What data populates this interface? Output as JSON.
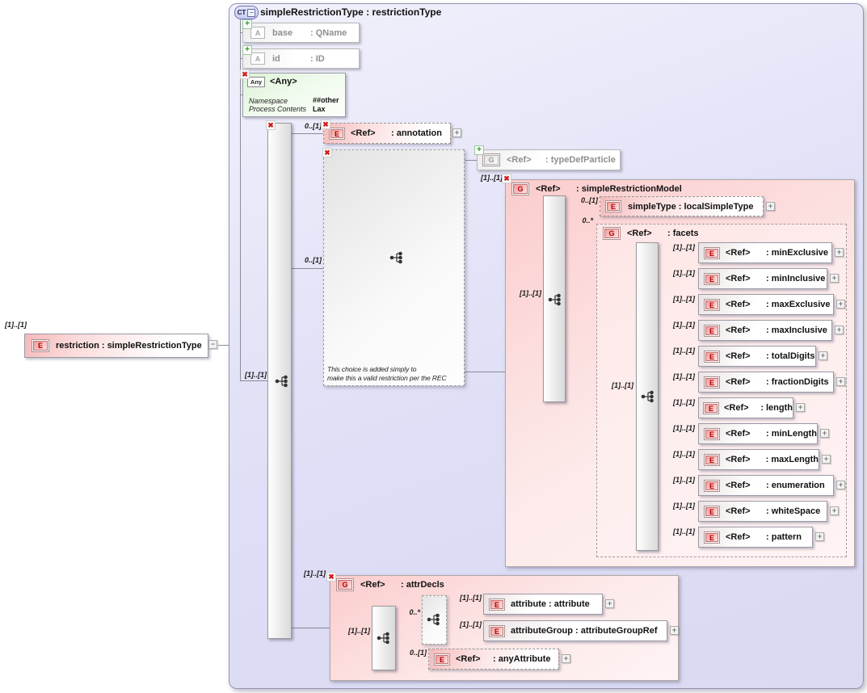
{
  "source": {
    "cardinality": "[1]..[1]",
    "label": "restriction : simpleRestrictionType"
  },
  "icons": {
    "complex_type": "CT",
    "element": "E",
    "group": "G",
    "attribute": "A",
    "any": "Any",
    "collapse": "−",
    "expand": "+",
    "delete": "✖",
    "add": "+"
  },
  "shared": {
    "ref": "<Ref>"
  },
  "header": {
    "title": "simpleRestrictionType : restrictionType"
  },
  "attributes": {
    "base": {
      "name": "base",
      "type": ": QName"
    },
    "id": {
      "name": "id",
      "type": ": ID"
    }
  },
  "any": {
    "title": "<Any>",
    "namespace_label": "Namespace",
    "namespace_value": "##other",
    "process_contents_label": "Process Contents",
    "process_contents_value": "Lax"
  },
  "sequence": {
    "cardinality": "[1]..[1]"
  },
  "annotation": {
    "cardinality": "0..[1]",
    "type": ": annotation"
  },
  "choice": {
    "cardinality": "0..[1]",
    "note_line1": "This choice is added simply to",
    "note_line2": "make this a valid restriction per the REC"
  },
  "type_def_particle": {
    "type": ": typeDefParticle"
  },
  "model": {
    "cardinality": "[1]..[1]",
    "type": ": simpleRestrictionModel",
    "sequence_cardinality": "[1]..[1]",
    "simple_type": {
      "cardinality": "0..[1]",
      "label": "simpleType : localSimpleType"
    },
    "facets": {
      "cardinality": "0..*",
      "type": ": facets",
      "choice_cardinality": "[1]..[1]",
      "items": [
        {
          "cardinality": "[1]..[1]",
          "type": ": minExclusive"
        },
        {
          "cardinality": "[1]..[1]",
          "type": ": minInclusive"
        },
        {
          "cardinality": "[1]..[1]",
          "type": ": maxExclusive"
        },
        {
          "cardinality": "[1]..[1]",
          "type": ": maxInclusive"
        },
        {
          "cardinality": "[1]..[1]",
          "type": ": totalDigits"
        },
        {
          "cardinality": "[1]..[1]",
          "type": ": fractionDigits"
        },
        {
          "cardinality": "[1]..[1]",
          "type": ": length"
        },
        {
          "cardinality": "[1]..[1]",
          "type": ": minLength"
        },
        {
          "cardinality": "[1]..[1]",
          "type": ": maxLength"
        },
        {
          "cardinality": "[1]..[1]",
          "type": ": enumeration"
        },
        {
          "cardinality": "[1]..[1]",
          "type": ": whiteSpace"
        },
        {
          "cardinality": "[1]..[1]",
          "type": ": pattern"
        }
      ]
    }
  },
  "attr_decls": {
    "cardinality": "[1]..[1]",
    "type": ": attrDecls",
    "sequence_cardinality": "[1]..[1]",
    "choice_cardinality": "0..*",
    "attribute": {
      "cardinality": "[1]..[1]",
      "label": "attribute : attribute"
    },
    "attribute_group": {
      "cardinality": "[1]..[1]",
      "label": "attributeGroup : attributeGroupRef"
    },
    "any_attribute": {
      "cardinality": "0..[1]",
      "type": ": anyAttribute"
    }
  }
}
